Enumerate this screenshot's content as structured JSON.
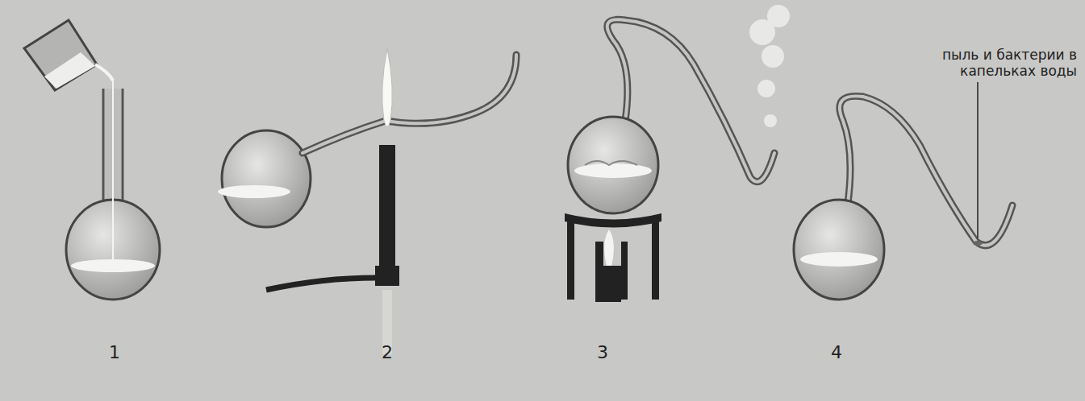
{
  "diagram": {
    "labels": [
      "1",
      "2",
      "3",
      "4",
      "пыль и бактерии в капельках воды"
    ]
  }
}
